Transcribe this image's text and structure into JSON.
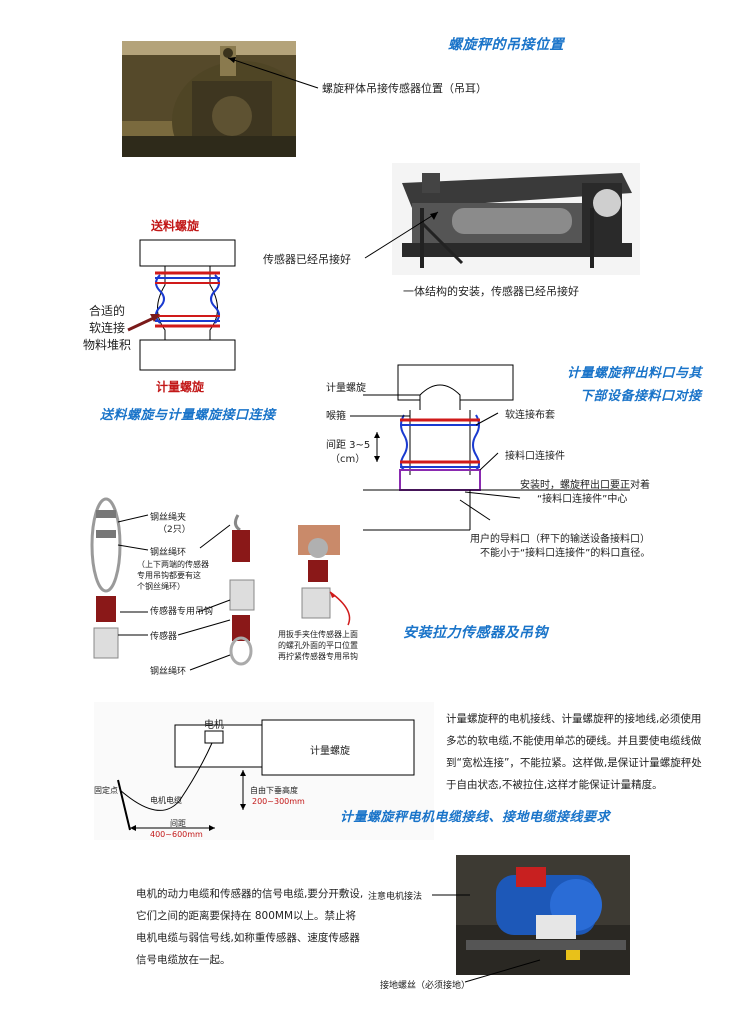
{
  "section1": {
    "title": "螺旋秤的吊接位置",
    "caption": "螺旋秤体吊接传感器位置（吊耳）",
    "photo_caption": "一体结构的安装，传感器已经吊接好",
    "sensor_label": "传感器已经吊接好"
  },
  "section2": {
    "feed_label": "送料螺旋",
    "weigh_label": "计量螺旋",
    "soft_connection": [
      "合适的",
      "软连接",
      "物料堆积"
    ],
    "title": "送料螺旋与计量螺旋接口连接"
  },
  "section3": {
    "title_line1": "计量螺旋秤出料口与其",
    "title_line2": "下部设备接料口对接",
    "screw_label": "计量螺旋",
    "clamp_label": "喉箍",
    "cover_label": "软连接布套",
    "gap_label": "间距 3~5",
    "gap_unit": "（cm）",
    "connector_label": "接料口连接件",
    "note1_line1": "安装时，螺旋秤出口要正对着",
    "note1_line2": "“接料口连接件”中心",
    "note2_line1": "用户的导料口（秤下的输送设备接料口）",
    "note2_line2": "不能小于“接料口连接件”的料口直径。"
  },
  "section4": {
    "title": "安装拉力传感器及吊钩",
    "clip_label": "钢丝绳夹",
    "clip_count": "（2只）",
    "ring_label": "钢丝绳环",
    "ring_note": [
      "（上下两端的传感器",
      "专用吊钩都要有这",
      "个钢丝绳环）"
    ],
    "hook_label": "传感器专用吊钩",
    "sensor_label": "传感器",
    "ring_label2": "钢丝绳环",
    "wrench_note": [
      "用扳手夹住传感器上面",
      "的螺孔外面的平口位置",
      "再拧紧传感器专用吊钩"
    ]
  },
  "section5": {
    "motor_label": "电机",
    "screw_label": "计量螺旋",
    "fixed_point": "固定点",
    "cable_label": "电机电缆",
    "drop_label": "自由下垂高度",
    "drop_value": "200~300mm",
    "spacing_label": "间距",
    "spacing_value": "400~600mm",
    "para": [
      "计量螺旋秤的电机接线、计量螺旋秤的接地线,必须使用",
      "多芯的软电缆,不能使用单芯的硬线。并且要使电缆线做",
      "到“宽松连接”，不能拉紧。这样做,是保证计量螺旋秤处",
      "于自由状态,不被拉住,这样才能保证计量精度。"
    ],
    "title": "计量螺旋秤电机电缆接线、接地电缆接线要求"
  },
  "section6": {
    "para": [
      "电机的动力电缆和传感器的信号电缆,要分开敷设,",
      "它们之间的距离要保持在 800MM以上。禁止将",
      "电机电缆与弱信号线,如称重传感器、速度传感器",
      "信号电缆放在一起。"
    ],
    "motor_note": "注意电机接法",
    "ground_note": "接地螺丝（必须接地）"
  }
}
